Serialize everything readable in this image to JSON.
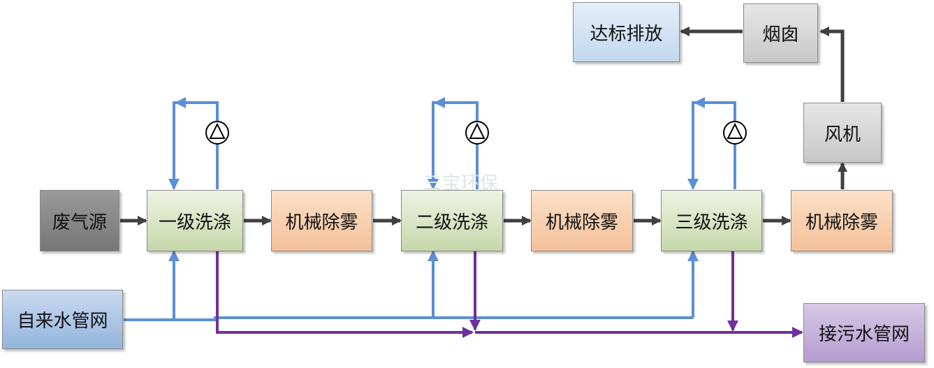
{
  "nodes": {
    "source": "废气源",
    "scrub1": "一级洗涤",
    "mist1": "机械除雾",
    "scrub2": "二级洗涤",
    "mist2": "机械除雾",
    "scrub3": "三级洗涤",
    "mist3": "机械除雾",
    "fan": "风机",
    "chimney": "烟囱",
    "discharge": "达标排放",
    "water_supply": "自来水管网",
    "sewer": "接污水管网"
  },
  "watermark": "三宝环保",
  "colors": {
    "gas_flow": "#404040",
    "water_flow": "#5b8fd6",
    "waste_flow": "#7030a0"
  },
  "icons": {
    "pump": "pump-icon"
  }
}
